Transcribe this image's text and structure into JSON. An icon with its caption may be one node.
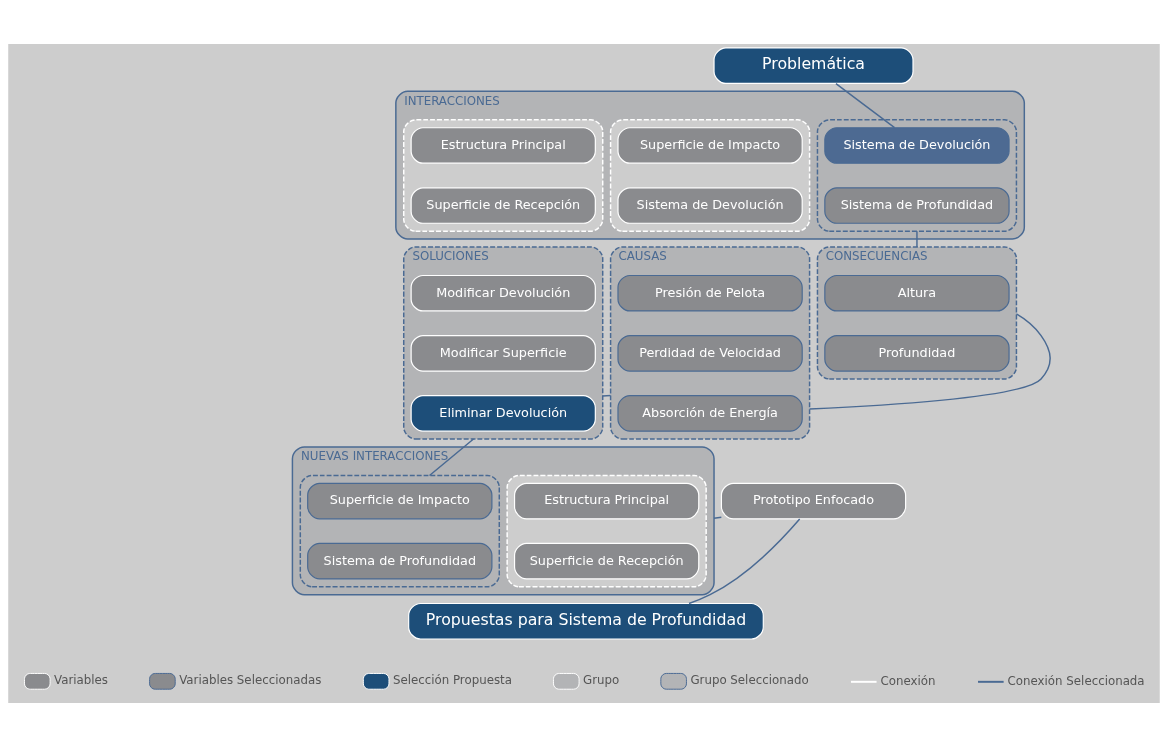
{
  "diagram": {
    "nodes": [
      {
        "text": [
          "Problemática"
        ]
      },
      {
        "text": [
          "INTERACCIONES"
        ]
      },
      {
        "text": [],
        "shape": "box",
        "in": 1
      },
      {
        "text": [
          "Estructura Principal"
        ],
        "in": 2
      },
      {
        "text": [
          "Superficie de Recepción"
        ],
        "in": 2
      },
      {
        "text": [],
        "shape": "box",
        "in": 1
      },
      {
        "text": [
          "Superficie de Impacto"
        ],
        "in": 5
      },
      {
        "text": [
          "Sistema de Devolución"
        ],
        "in": 5
      },
      {
        "text": [],
        "shape": "box",
        "in": 1
      },
      {
        "text": [
          "Sistema de Devolución"
        ],
        "in": 8
      },
      {
        "text": [
          "Sistema de Profundidad"
        ],
        "in": 8
      },
      {
        "text": [
          "SOLUCIONES"
        ]
      },
      {
        "text": [
          "Modificar Devolución"
        ],
        "in": 11
      },
      {
        "text": [
          "Modificar Superficie"
        ],
        "in": 11
      },
      {
        "text": [
          "Eliminar Devolución"
        ],
        "in": 11
      },
      {
        "text": [
          "CAUSAS"
        ]
      },
      {
        "text": [
          "Presión de Pelota"
        ],
        "in": 15
      },
      {
        "text": [
          "Perdidad de Velocidad"
        ],
        "in": 15
      },
      {
        "text": [
          "Absorción de Energía"
        ],
        "in": 15
      },
      {
        "text": [
          "CONSECUENCIAS"
        ]
      },
      {
        "text": [
          "Altura"
        ],
        "in": 19
      },
      {
        "text": [
          "Profundidad"
        ],
        "in": 19
      },
      {
        "text": [
          "NUEVAS INTERACCIONES"
        ]
      },
      {
        "text": [],
        "shape": "box",
        "in": 22
      },
      {
        "text": [
          "Estructura Principal"
        ],
        "in": 23
      },
      {
        "text": [
          "Superficie de Recepción"
        ],
        "in": 23
      },
      {
        "text": [],
        "shape": "box",
        "in": 22
      },
      {
        "text": [
          "Superficie de Impacto"
        ],
        "in": 26
      },
      {
        "text": [
          "Sistema de Profundidad"
        ],
        "in": 26
      },
      {
        "text": [
          "Prototipo Enfocado"
        ]
      },
      {
        "text": [
          "Propuestas para Sistema de Profundidad"
        ]
      }
    ],
    "edges": [
      {
        "from": 0,
        "to": 9,
        "arrow": "none"
      },
      {
        "from": 8,
        "to": 19,
        "arrow": "none"
      },
      {
        "from": 11,
        "to": 15,
        "arrow": "none"
      },
      {
        "from": 15,
        "to": 19,
        "arrow": "none"
      },
      {
        "from": 11,
        "to": 26,
        "arrow": "none"
      },
      {
        "from": 22,
        "to": 29,
        "arrow": "none"
      },
      {
        "from": 29,
        "to": 30,
        "arrow": "none"
      }
    ],
    "legend": [
      {
        "text": "Variables",
        "color": "#8a8b8e"
      },
      {
        "text": "Variables Seleccionadas",
        "color": "#8a8b8e"
      },
      {
        "text": "Selección Propuesta",
        "color": "#1d4e79"
      },
      {
        "text": "Grupo"
      },
      {
        "text": "Grupo Seleccionado"
      },
      {
        "text": "Conexión"
      },
      {
        "text": "Conexión Seleccionada"
      }
    ]
  }
}
